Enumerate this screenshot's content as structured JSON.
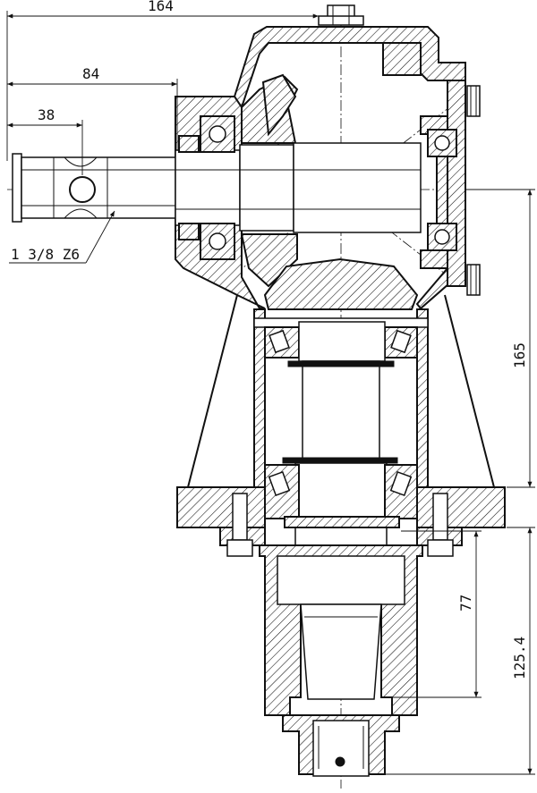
{
  "drawing": {
    "dimensions": {
      "top_width": "164",
      "shaft_length": "84",
      "shaft_end": "38",
      "spline_label": "1 3/8 Z6",
      "height_upper": "165",
      "height_lower_inner": "77",
      "height_lower_outer": "125.4"
    }
  }
}
